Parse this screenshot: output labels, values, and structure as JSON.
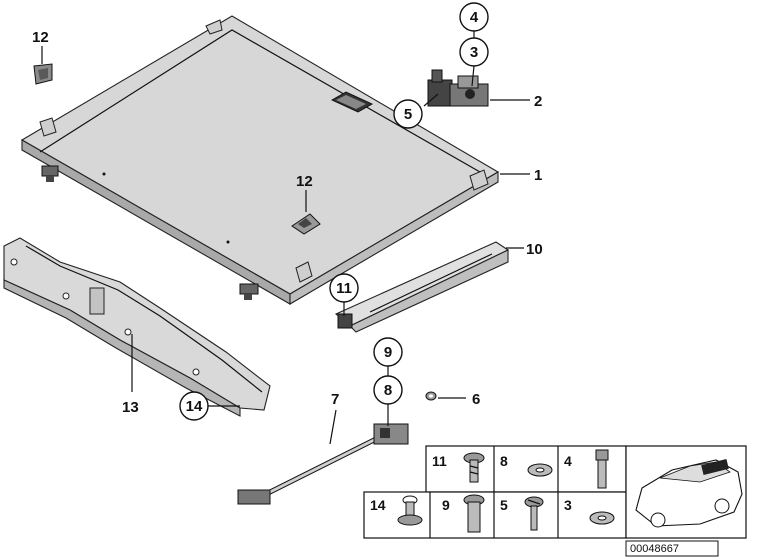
{
  "diagram": {
    "callouts": {
      "c1": "1",
      "c2": "2",
      "c3": "3",
      "c4": "4",
      "c5": "5",
      "c6": "6",
      "c7": "7",
      "c8": "8",
      "c9": "9",
      "c10": "10",
      "c11": "11",
      "c12a": "12",
      "c12b": "12",
      "c13": "13",
      "c14": "14"
    },
    "hardware_table": {
      "cells": [
        "11",
        "8",
        "4",
        "14",
        "9",
        "5",
        "3"
      ]
    },
    "reference_number": "00048667"
  }
}
